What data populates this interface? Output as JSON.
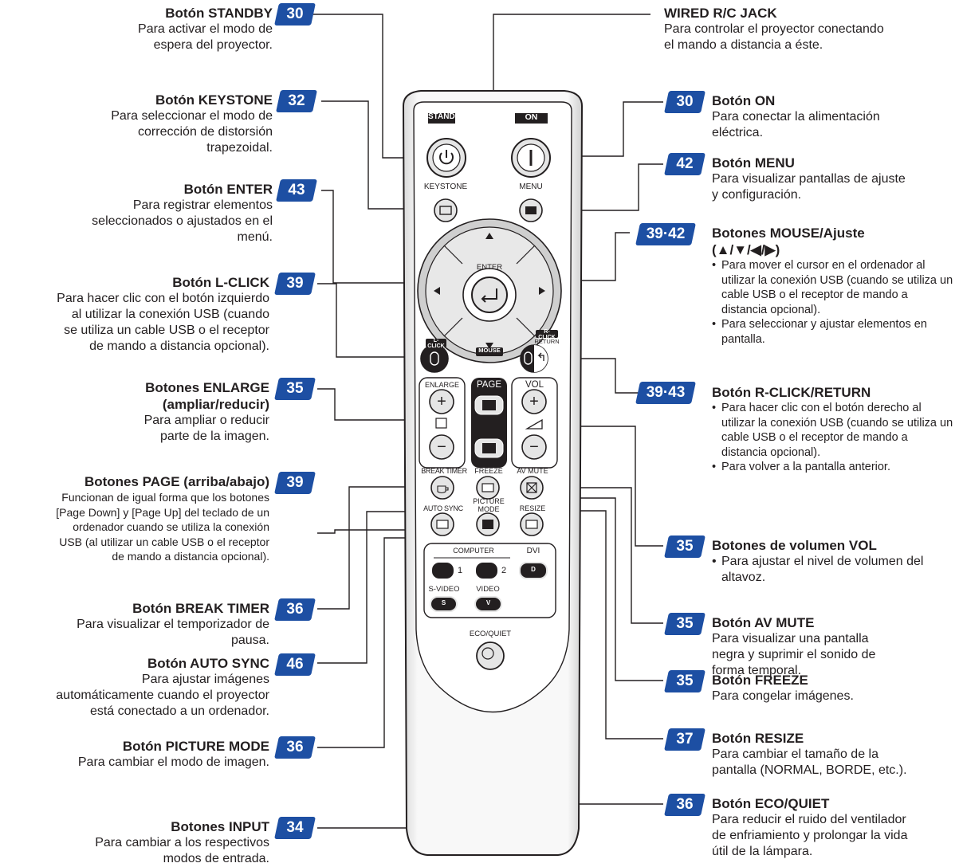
{
  "remote": {
    "labels": {
      "standby": "STANDBY",
      "on": "ON",
      "keystone": "KEYSTONE",
      "menu": "MENU",
      "enter": "ENTER",
      "lclick": "L-CLICK",
      "mouse": "MOUSE",
      "rclick": "R-CLICK",
      "return": "RETURN",
      "enlarge": "ENLARGE",
      "page": "PAGE",
      "vol": "VOL",
      "break_timer": "BREAK TIMER",
      "freeze": "FREEZE",
      "av_mute": "AV MUTE",
      "auto_sync": "AUTO SYNC",
      "picture": "PICTURE",
      "mode": "MODE",
      "resize": "RESIZE",
      "computer": "COMPUTER",
      "dvi": "DVI",
      "one": "1",
      "two": "2",
      "d": "D",
      "svideo": "S-VIDEO",
      "video": "VIDEO",
      "s": "S",
      "v": "V",
      "eco_quiet": "ECO/QUIET",
      "plus": "+",
      "minus": "−"
    }
  },
  "left": [
    {
      "badge": "30",
      "title": "Botón STANDBY",
      "lines": [
        "Para activar el modo de",
        "espera del proyector."
      ]
    },
    {
      "badge": "32",
      "title": "Botón KEYSTONE",
      "lines": [
        "Para seleccionar el modo de",
        "corrección de distorsión",
        "trapezoidal."
      ]
    },
    {
      "badge": "43",
      "title": "Botón ENTER",
      "lines": [
        "Para registrar elementos",
        "seleccionados o ajustados en el",
        "menú."
      ]
    },
    {
      "badge": "39",
      "title": "Botón L-CLICK",
      "lines": [
        "Para hacer clic con el botón izquierdo",
        "al utilizar la conexión USB (cuando",
        "se utiliza un cable USB o el receptor",
        "de mando a distancia opcional)."
      ]
    },
    {
      "badge": "35",
      "title": "Botones ENLARGE",
      "title2": "(ampliar/reducir)",
      "lines": [
        "Para ampliar o reducir",
        "parte de la imagen."
      ]
    },
    {
      "badge": "39",
      "title": "Botones PAGE (arriba/abajo)",
      "lines": [
        "Funcionan de igual forma que los botones",
        "[Page Down] y [Page Up] del teclado de un",
        "ordenador cuando se utiliza la conexión",
        "USB (al utilizar un cable USB o el receptor",
        "de mando a distancia opcional)."
      ]
    },
    {
      "badge": "36",
      "title": "Botón BREAK TIMER",
      "lines": [
        "Para visualizar el temporizador de",
        "pausa."
      ]
    },
    {
      "badge": "46",
      "title": "Botón AUTO SYNC",
      "lines": [
        "Para ajustar imágenes",
        "automáticamente cuando el proyector",
        "está conectado a un ordenador."
      ]
    },
    {
      "badge": "36",
      "title": "Botón PICTURE MODE",
      "lines": [
        "Para cambiar el modo de imagen."
      ]
    },
    {
      "badge": "34",
      "title": "Botones INPUT",
      "lines": [
        "Para cambiar a los respectivos",
        "modos de entrada."
      ]
    }
  ],
  "right": [
    {
      "badge": "",
      "title": "WIRED R/C JACK",
      "lines": [
        "Para controlar el proyector conectando",
        "el mando a distancia a éste."
      ]
    },
    {
      "badge": "30",
      "title": "Botón ON",
      "lines": [
        "Para conectar la alimentación",
        "eléctrica."
      ]
    },
    {
      "badge": "42",
      "title": "Botón MENU",
      "lines": [
        "Para visualizar pantallas de ajuste",
        "y configuración."
      ]
    },
    {
      "badge": "39·42",
      "title": "Botones MOUSE/Ajuste",
      "title2": "(▲/▼/◀/▶)",
      "bullets": [
        "Para mover el cursor en el ordenador al utilizar la conexión USB (cuando se utiliza un cable USB o el receptor de mando a distancia opcional).",
        "Para seleccionar y ajustar elementos en pantalla."
      ]
    },
    {
      "badge": "39·43",
      "title": "Botón R-CLICK/RETURN",
      "bullets": [
        "Para hacer clic con el botón derecho al utilizar la conexión USB (cuando se utiliza un cable USB o el receptor de mando a distancia opcional).",
        "Para volver a la pantalla anterior."
      ]
    },
    {
      "badge": "35",
      "title": "Botones de volumen VOL",
      "bullets": [
        "Para ajustar el nivel de volumen del altavoz."
      ]
    },
    {
      "badge": "35",
      "title": "Botón AV MUTE",
      "lines": [
        "Para visualizar una pantalla",
        "negra y suprimir el sonido de",
        "forma temporal."
      ]
    },
    {
      "badge": "35",
      "title": "Botón FREEZE",
      "lines": [
        "Para congelar imágenes."
      ]
    },
    {
      "badge": "37",
      "title": "Botón RESIZE",
      "lines": [
        "Para cambiar el tamaño de la",
        "pantalla (NORMAL, BORDE, etc.)."
      ]
    },
    {
      "badge": "36",
      "title": "Botón ECO/QUIET",
      "lines": [
        "Para reducir el ruido del ventilador",
        "de enfriamiento y prolongar la vida",
        "útil de la lámpara."
      ]
    }
  ],
  "colors": {
    "badge": "#1d4fa3",
    "line": "#231f20",
    "remote_body": "#f4f4f4"
  }
}
